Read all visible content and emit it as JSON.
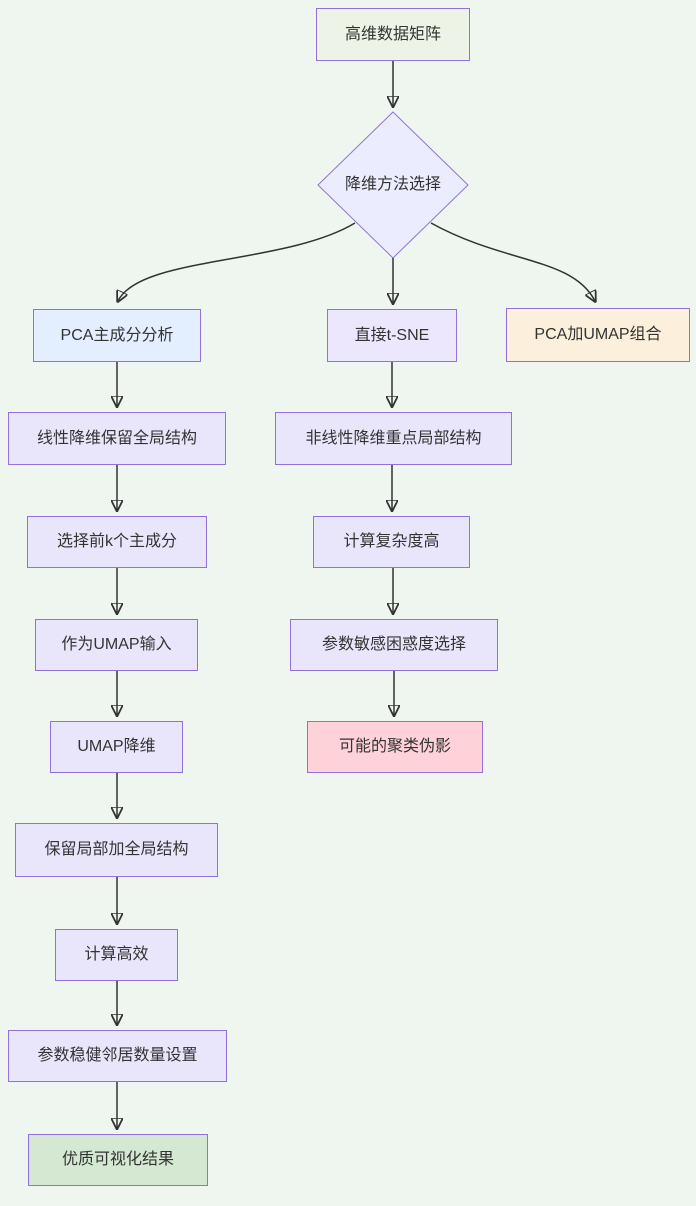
{
  "diagram": {
    "type": "flowchart",
    "direction": "top-down",
    "background_color": "#eef6ef",
    "edge_color": "#333333",
    "node_border_color": "#9370db",
    "default_node_fill": "#e9e6fc",
    "nodes": {
      "matrix": {
        "label": "高维数据矩阵",
        "shape": "rect",
        "fill": "#edf3e6"
      },
      "decision": {
        "label": "降维方法选择",
        "shape": "diamond",
        "fill": "#ececff"
      },
      "pca": {
        "label": "PCA主成分分析",
        "shape": "rect",
        "fill": "#e3eeff"
      },
      "tsne": {
        "label": "直接t-SNE",
        "shape": "rect",
        "fill": "#ede7fd"
      },
      "combo": {
        "label": "PCA加UMAP组合",
        "shape": "rect",
        "fill": "#fcf0dc"
      },
      "linear": {
        "label": "线性降维保留全局结构",
        "shape": "rect",
        "fill": "#e9e6fc"
      },
      "nonlinear": {
        "label": "非线性降维重点局部结构",
        "shape": "rect",
        "fill": "#e9e6fc"
      },
      "topk": {
        "label": "选择前k个主成分",
        "shape": "rect",
        "fill": "#e9e6fc"
      },
      "complexity": {
        "label": "计算复杂度高",
        "shape": "rect",
        "fill": "#e9e6fc"
      },
      "umap_input": {
        "label": "作为UMAP输入",
        "shape": "rect",
        "fill": "#e9e6fc"
      },
      "perplexity": {
        "label": "参数敏感困惑度选择",
        "shape": "rect",
        "fill": "#e9e6fc"
      },
      "umap": {
        "label": "UMAP降维",
        "shape": "rect",
        "fill": "#e9e6fc"
      },
      "artifact": {
        "label": "可能的聚类伪影",
        "shape": "rect",
        "fill": "#ffd2da"
      },
      "preserve": {
        "label": "保留局部加全局结构",
        "shape": "rect",
        "fill": "#e9e6fc"
      },
      "efficient": {
        "label": "计算高效",
        "shape": "rect",
        "fill": "#e9e6fc"
      },
      "robust": {
        "label": "参数稳健邻居数量设置",
        "shape": "rect",
        "fill": "#e9e6fc"
      },
      "result": {
        "label": "优质可视化结果",
        "shape": "rect",
        "fill": "#d4e8d2"
      }
    },
    "edges": [
      {
        "from": "matrix",
        "to": "decision"
      },
      {
        "from": "decision",
        "to": "pca"
      },
      {
        "from": "decision",
        "to": "tsne"
      },
      {
        "from": "decision",
        "to": "combo"
      },
      {
        "from": "pca",
        "to": "linear"
      },
      {
        "from": "linear",
        "to": "topk"
      },
      {
        "from": "topk",
        "to": "umap_input"
      },
      {
        "from": "umap_input",
        "to": "umap"
      },
      {
        "from": "umap",
        "to": "preserve"
      },
      {
        "from": "preserve",
        "to": "efficient"
      },
      {
        "from": "efficient",
        "to": "robust"
      },
      {
        "from": "robust",
        "to": "result"
      },
      {
        "from": "tsne",
        "to": "nonlinear"
      },
      {
        "from": "nonlinear",
        "to": "complexity"
      },
      {
        "from": "complexity",
        "to": "perplexity"
      },
      {
        "from": "perplexity",
        "to": "artifact"
      }
    ]
  }
}
